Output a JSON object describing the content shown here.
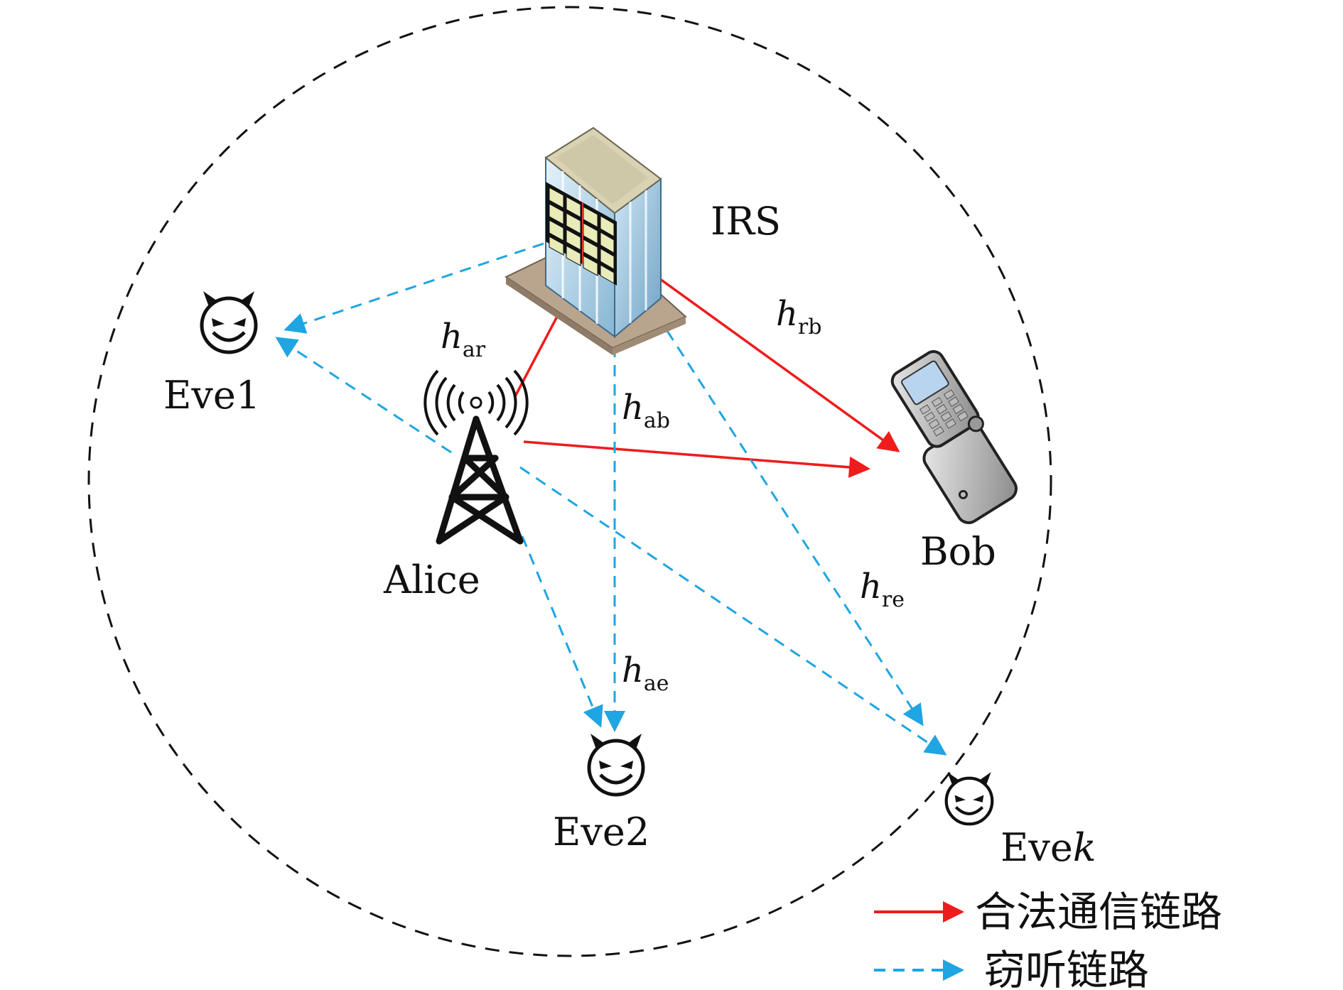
{
  "colors": {
    "legit": "#ee1c1c",
    "eaves": "#1fa5e2",
    "boundary": "#111111"
  },
  "nodes": {
    "irs": {
      "label": "IRS",
      "icon": "building-icon"
    },
    "alice": {
      "label": "Alice",
      "icon": "antenna-tower-icon"
    },
    "bob": {
      "label": "Bob",
      "icon": "mobile-phone-icon"
    },
    "eve1": {
      "label": "Eve1",
      "icon": "devil-face-icon"
    },
    "eve2": {
      "label": "Eve2",
      "icon": "devil-face-icon"
    },
    "evek": {
      "label": "Eve",
      "label_italic": "k",
      "icon": "devil-face-icon"
    }
  },
  "channels": {
    "h_ar": {
      "symbol": "h",
      "sub": "ar"
    },
    "h_rb": {
      "symbol": "h",
      "sub": "rb"
    },
    "h_ab": {
      "symbol": "h",
      "sub": "ab"
    },
    "h_re": {
      "symbol": "h",
      "sub": "re"
    },
    "h_ae": {
      "symbol": "h",
      "sub": "ae"
    }
  },
  "legend": {
    "legit": "合法通信链路",
    "eaves": "窃听链路"
  }
}
